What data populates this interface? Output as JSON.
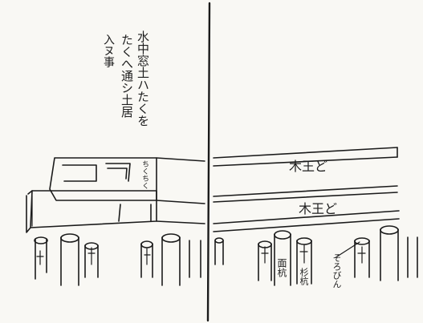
{
  "document": {
    "type": "hand-drawn ink sketch (two-page spread)",
    "ink_color": "#1b1b1b",
    "paper_color": "#f9f8f4"
  },
  "annotations": {
    "note_col1": "水中窓土ハたくを",
    "note_col2": "たくへ通シ土居",
    "note_col3": "入ヌ事",
    "small_label_box": "ちくちく",
    "beam_label_upper": "木王ど",
    "beam_label_lower": "木王ど",
    "pile_label_1": "面杭",
    "pile_label_2": "杉杭",
    "pile_label_3": "そろびん"
  }
}
